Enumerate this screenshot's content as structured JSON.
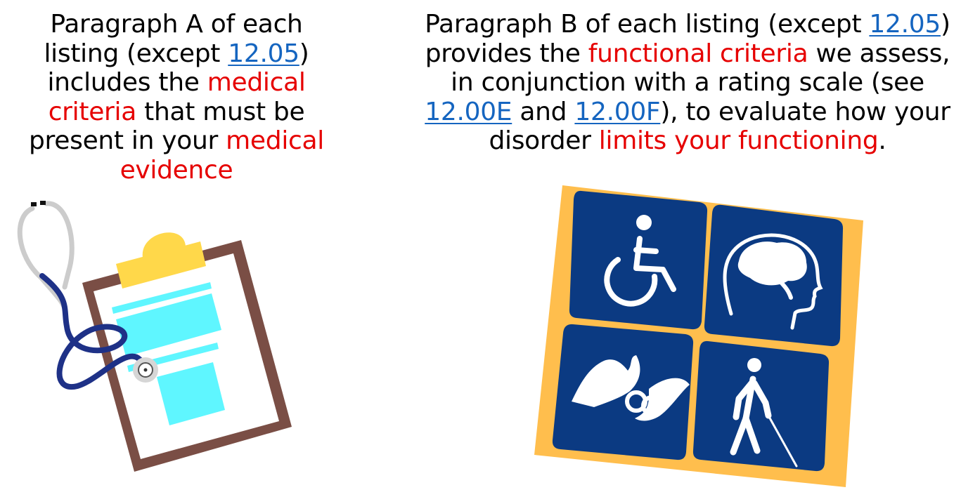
{
  "paragraph_a": {
    "t1": "Paragraph A of each listing (except ",
    "link1": "12.05",
    "t2": ") includes the ",
    "em1": "medical criteria",
    "t3": " that must be present in your ",
    "em2": "medical evidence"
  },
  "paragraph_b": {
    "t1": "Paragraph B of each listing (except ",
    "link1": "12.05",
    "t2": ") provides the ",
    "em1": "functional criteria",
    "t3": " we assess, in conjunction with a rating scale (see ",
    "link2": "12.00E",
    "t4": " and ",
    "link3": "12.00F",
    "t5": "), to evaluate how your disorder ",
    "em2": "limits your functioning",
    "t6": "."
  },
  "illustrations": {
    "left": "clipboard-stethoscope-icon",
    "right": "accessibility-icons"
  },
  "colors": {
    "emphasis": "#e60000",
    "link": "#1565c0",
    "icon_tile": "#0b3a82",
    "icon_background": "#ffbe4d",
    "clipboard_frame": "#7a4e45",
    "clipboard_clip": "#ffd84a",
    "clipboard_blocks": "#5ff6ff",
    "stethoscope": "#1e3187"
  }
}
